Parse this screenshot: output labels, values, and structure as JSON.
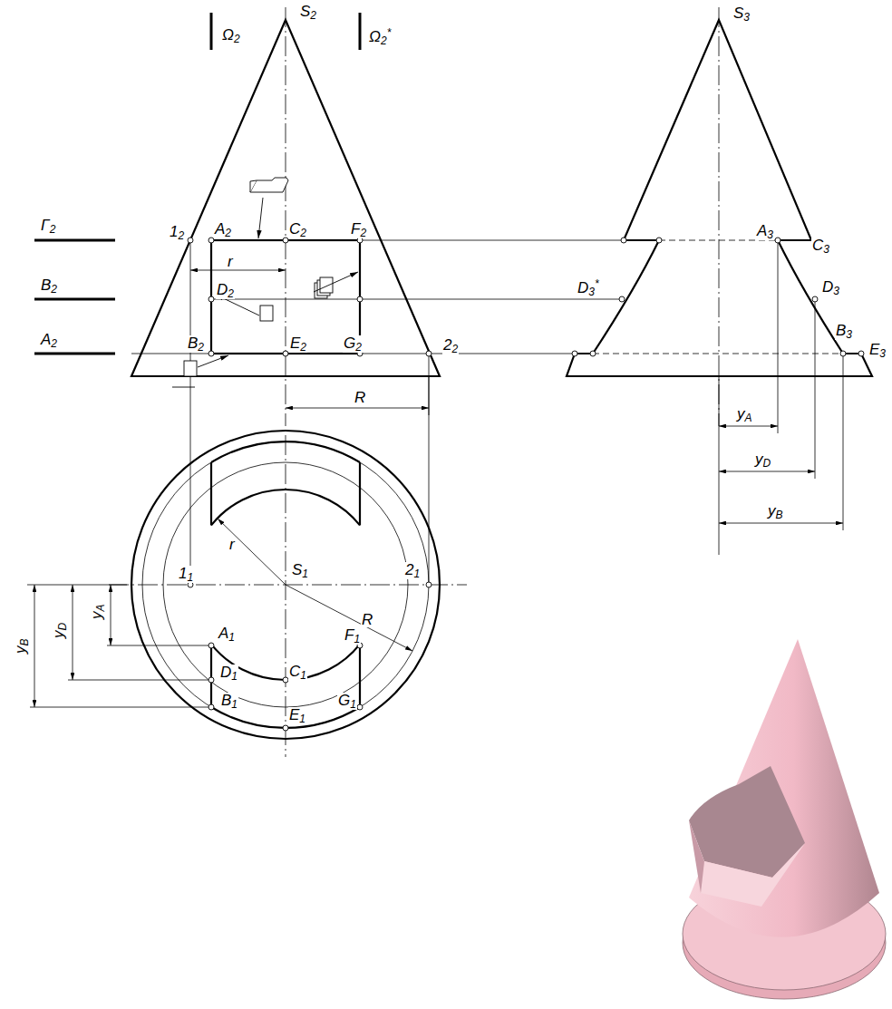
{
  "diagram": {
    "labels": [
      "Ω2",
      "Ω2*",
      "S2",
      "S3",
      "Γ2",
      "B2",
      "A2",
      "12",
      "A2",
      "C2",
      "F2",
      "r",
      "D2",
      "B2",
      "E2",
      "G2",
      "22",
      "R",
      "D3*",
      "A3",
      "C3",
      "D3",
      "B3",
      "E3",
      "yA",
      "yD",
      "yB",
      "11",
      "S1",
      "21",
      "r",
      "R",
      "A1",
      "F1",
      "C1",
      "D1",
      "B1",
      "E1",
      "G1",
      "yB",
      "yD",
      "yA"
    ]
  }
}
